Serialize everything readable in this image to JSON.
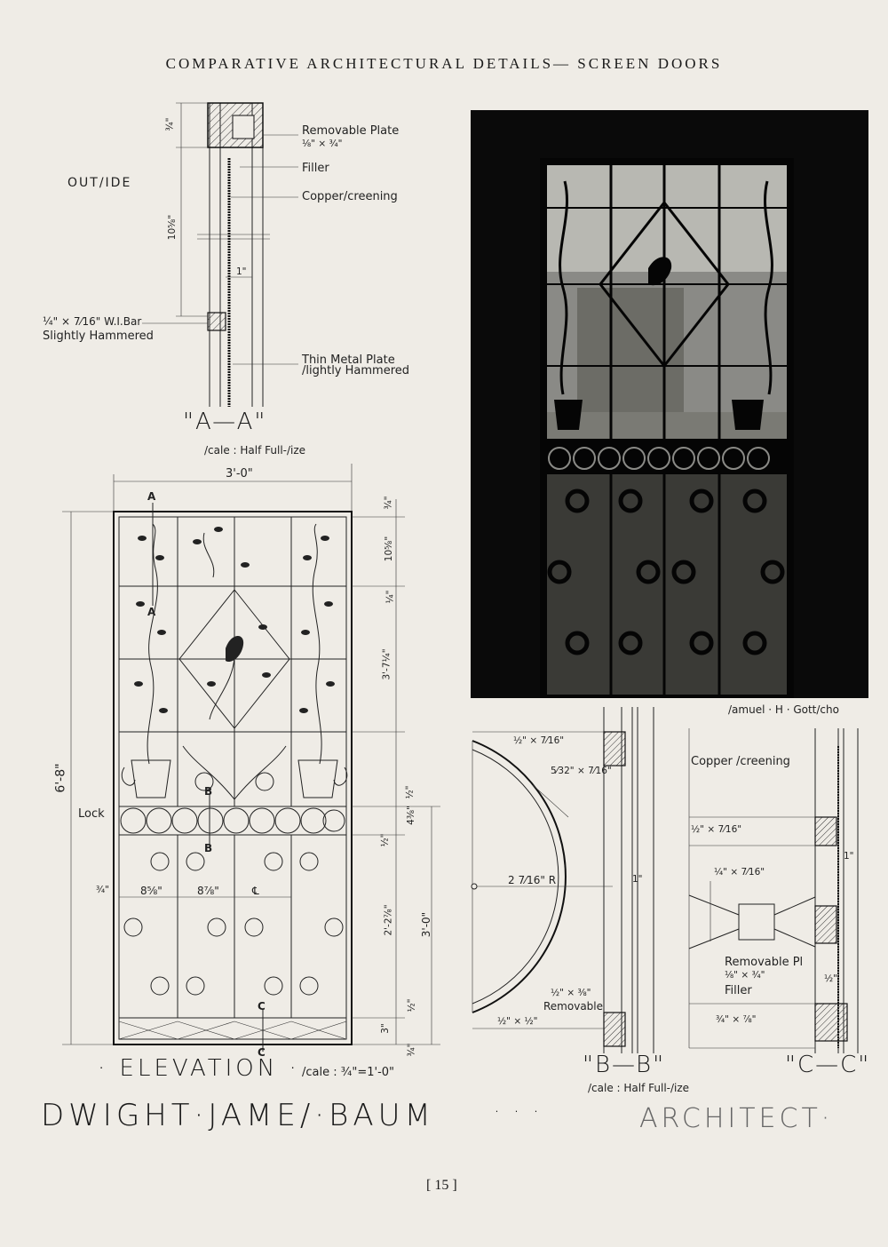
{
  "header": {
    "title": "COMPARATIVE ARCHITECTURAL DETAILS— SCREEN DOORS"
  },
  "section_aa": {
    "outside": "OUT/IDE",
    "removable_plate": "Removable Plate",
    "removable_plate_size": "⅛\" × ¾\"",
    "filler": "Filler",
    "copper_screening": "Copper/creening",
    "bar_size": "¼\" × 7⁄16\" W.I.Bar",
    "bar_note": "Slightly Hammered",
    "thin_plate": "Thin Metal Plate",
    "thin_plate_note": "/lightly Hammered",
    "dim_top": "¾\"",
    "dim_height": "10⅝\"",
    "dim_one": "1\"",
    "title": "\"A—A\"",
    "scale": "/cale : Half Full-/ize"
  },
  "elevation": {
    "width": "3'-0\"",
    "height": "6'-8\"",
    "lock": "Lock",
    "marker_a": "A",
    "marker_b": "B",
    "marker_c": "C",
    "dim_right_1": "¾\"",
    "dim_right_2": "10⅝\"",
    "dim_right_3": "¼\"",
    "dim_right_4": "3'-7¼\"",
    "dim_right_5": "½\"",
    "dim_right_6": "4⅜\"",
    "dim_right_7": "½\"",
    "dim_right_8": "2'-2⅞\"",
    "dim_right_9": "½\"",
    "dim_right_10": "3\"",
    "dim_right_11": "¾\"",
    "dim_overall_lower": "3'-0\"",
    "dim_left": "¾\"",
    "dim_mid_1": "8⅝\"",
    "dim_mid_2": "8⅞\"",
    "centerline": "℄",
    "title": "· ELEVATION ·",
    "scale": "/cale : ¾\"=1'-0\""
  },
  "photo": {
    "credit": "/amuel · H · Gott/cho"
  },
  "section_bb": {
    "dim_a": "½\" × 7⁄16\"",
    "dim_b": "5⁄32\" × 7⁄16\"",
    "radius": "2 7⁄16\" R",
    "dim_one": "1\"",
    "dim_c": "½\" × ⅜\"",
    "removable": "Removable",
    "dim_d": "½\" × ½\"",
    "title": "\"B—B\"",
    "scale": "/cale : Half Full-/ize"
  },
  "section_cc": {
    "copper_screening": "Copper /creening",
    "dim_a": "½\" × 7⁄16\"",
    "dim_b": "¼\" × 7⁄16\"",
    "removable_pl": "Removable Pl",
    "removable_pl_size": "⅛\" × ¾\"",
    "filler": "Filler",
    "dim_half": "½\"",
    "dim_c": "¾\" × ⅞\"",
    "dim_one": "1\"",
    "title": "\"C—C\""
  },
  "footer": {
    "architect_name": "DWIGHT·JAME/·BAUM",
    "dots": "·   ·   ·",
    "architect_label": "ARCHITECT·",
    "page": "[ 15 ]"
  }
}
